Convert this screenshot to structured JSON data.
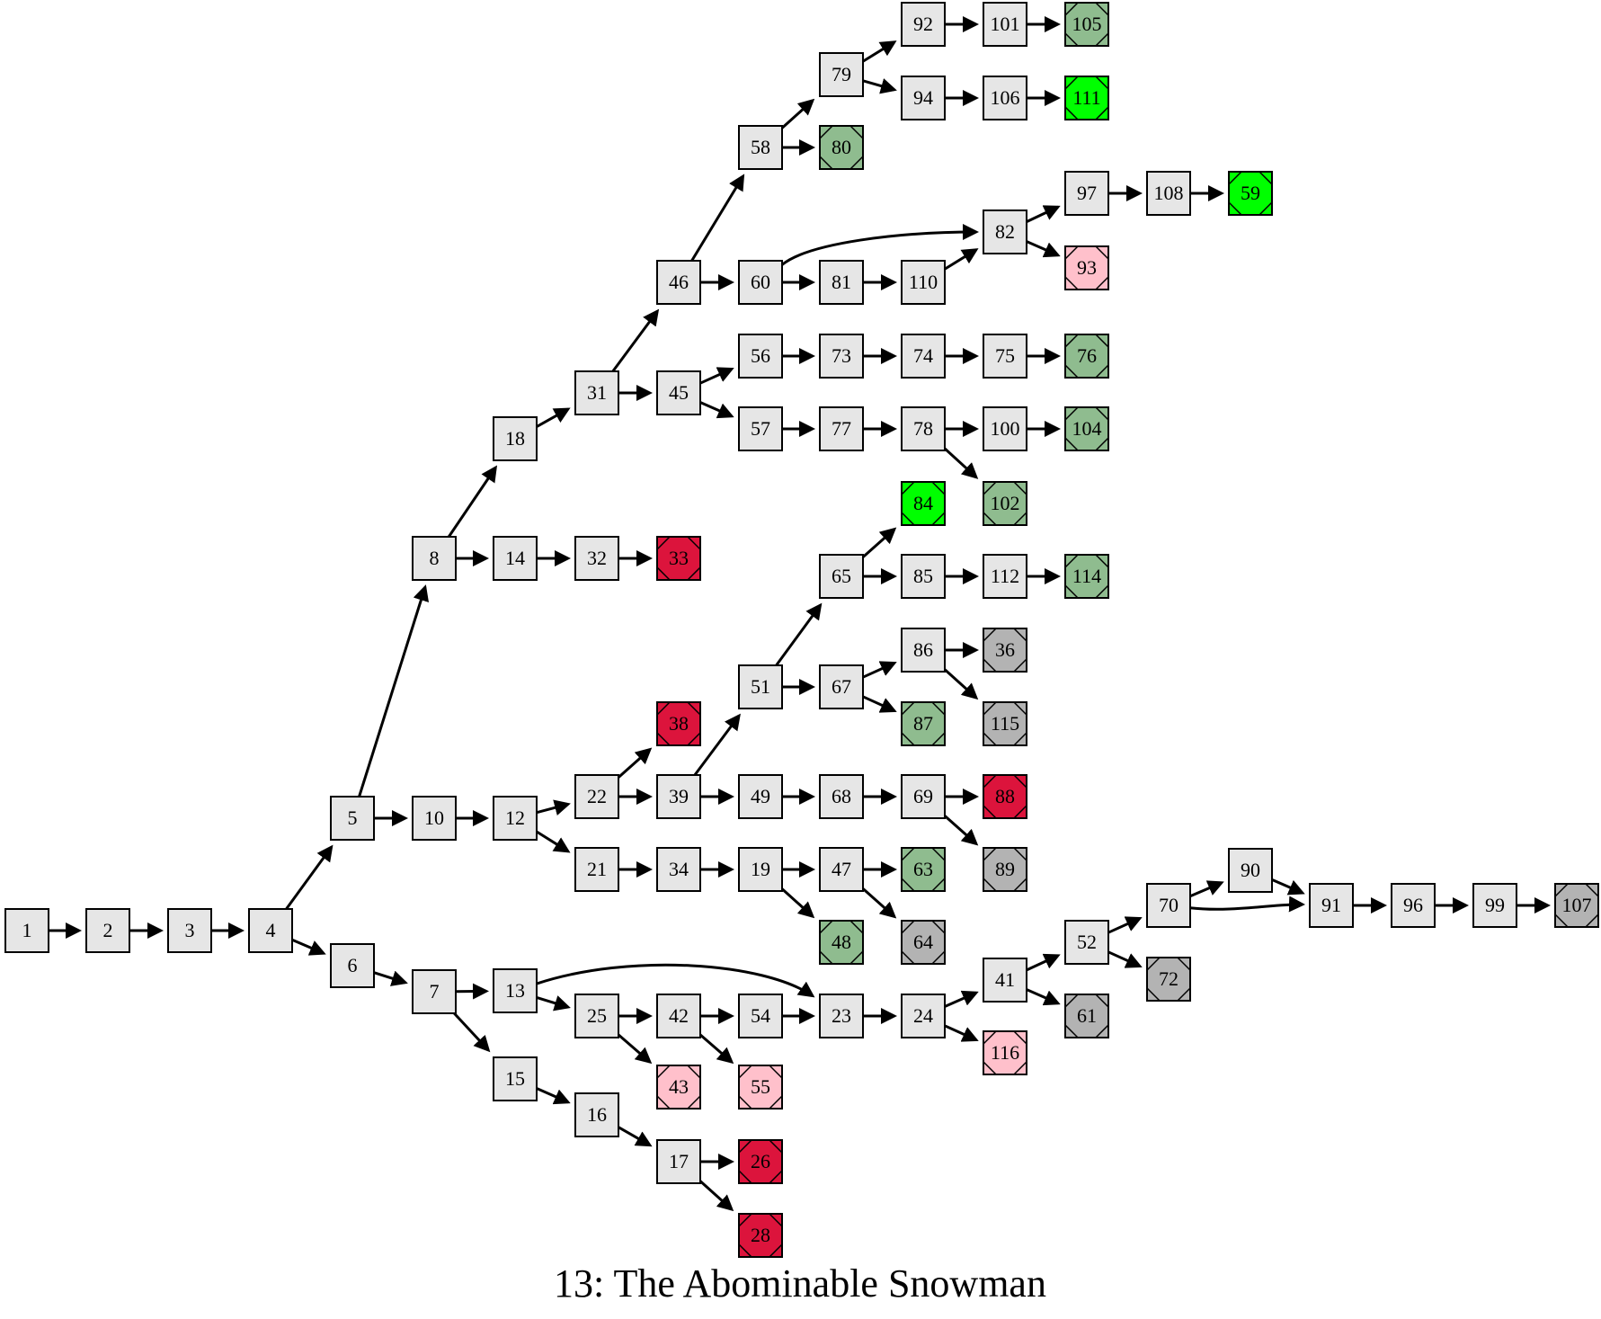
{
  "title": "13: The Abominable Snowman",
  "colors": {
    "normal": "#e6e6e6",
    "good": "#8fbc8f",
    "best": "#00ff00",
    "bad": "#dc143c",
    "neutral": "#b3b3b3",
    "partial": "#ffc0cb"
  },
  "nodes": [
    {
      "id": "1",
      "type": "normal"
    },
    {
      "id": "2",
      "type": "normal"
    },
    {
      "id": "3",
      "type": "normal"
    },
    {
      "id": "4",
      "type": "normal"
    },
    {
      "id": "5",
      "type": "normal"
    },
    {
      "id": "6",
      "type": "normal"
    },
    {
      "id": "7",
      "type": "normal"
    },
    {
      "id": "8",
      "type": "normal"
    },
    {
      "id": "10",
      "type": "normal"
    },
    {
      "id": "12",
      "type": "normal"
    },
    {
      "id": "13",
      "type": "normal"
    },
    {
      "id": "14",
      "type": "normal"
    },
    {
      "id": "15",
      "type": "normal"
    },
    {
      "id": "16",
      "type": "normal"
    },
    {
      "id": "17",
      "type": "normal"
    },
    {
      "id": "18",
      "type": "normal"
    },
    {
      "id": "19",
      "type": "normal"
    },
    {
      "id": "21",
      "type": "normal"
    },
    {
      "id": "22",
      "type": "normal"
    },
    {
      "id": "23",
      "type": "normal"
    },
    {
      "id": "24",
      "type": "normal"
    },
    {
      "id": "25",
      "type": "normal"
    },
    {
      "id": "26",
      "type": "bad"
    },
    {
      "id": "28",
      "type": "bad"
    },
    {
      "id": "31",
      "type": "normal"
    },
    {
      "id": "32",
      "type": "normal"
    },
    {
      "id": "33",
      "type": "bad"
    },
    {
      "id": "34",
      "type": "normal"
    },
    {
      "id": "36",
      "type": "neutral"
    },
    {
      "id": "38",
      "type": "bad"
    },
    {
      "id": "39",
      "type": "normal"
    },
    {
      "id": "41",
      "type": "normal"
    },
    {
      "id": "42",
      "type": "normal"
    },
    {
      "id": "43",
      "type": "partial"
    },
    {
      "id": "45",
      "type": "normal"
    },
    {
      "id": "46",
      "type": "normal"
    },
    {
      "id": "47",
      "type": "normal"
    },
    {
      "id": "48",
      "type": "good"
    },
    {
      "id": "49",
      "type": "normal"
    },
    {
      "id": "51",
      "type": "normal"
    },
    {
      "id": "52",
      "type": "normal"
    },
    {
      "id": "54",
      "type": "normal"
    },
    {
      "id": "55",
      "type": "partial"
    },
    {
      "id": "56",
      "type": "normal"
    },
    {
      "id": "57",
      "type": "normal"
    },
    {
      "id": "58",
      "type": "normal"
    },
    {
      "id": "59",
      "type": "best"
    },
    {
      "id": "60",
      "type": "normal"
    },
    {
      "id": "61",
      "type": "neutral"
    },
    {
      "id": "63",
      "type": "good"
    },
    {
      "id": "64",
      "type": "neutral"
    },
    {
      "id": "65",
      "type": "normal"
    },
    {
      "id": "67",
      "type": "normal"
    },
    {
      "id": "68",
      "type": "normal"
    },
    {
      "id": "69",
      "type": "normal"
    },
    {
      "id": "70",
      "type": "normal"
    },
    {
      "id": "72",
      "type": "neutral"
    },
    {
      "id": "73",
      "type": "normal"
    },
    {
      "id": "74",
      "type": "normal"
    },
    {
      "id": "75",
      "type": "normal"
    },
    {
      "id": "76",
      "type": "good"
    },
    {
      "id": "77",
      "type": "normal"
    },
    {
      "id": "78",
      "type": "normal"
    },
    {
      "id": "79",
      "type": "normal"
    },
    {
      "id": "80",
      "type": "good"
    },
    {
      "id": "81",
      "type": "normal"
    },
    {
      "id": "82",
      "type": "normal"
    },
    {
      "id": "84",
      "type": "best"
    },
    {
      "id": "85",
      "type": "normal"
    },
    {
      "id": "86",
      "type": "normal"
    },
    {
      "id": "87",
      "type": "good"
    },
    {
      "id": "88",
      "type": "bad"
    },
    {
      "id": "89",
      "type": "neutral"
    },
    {
      "id": "90",
      "type": "normal"
    },
    {
      "id": "91",
      "type": "normal"
    },
    {
      "id": "92",
      "type": "normal"
    },
    {
      "id": "93",
      "type": "partial"
    },
    {
      "id": "94",
      "type": "normal"
    },
    {
      "id": "96",
      "type": "normal"
    },
    {
      "id": "97",
      "type": "normal"
    },
    {
      "id": "99",
      "type": "normal"
    },
    {
      "id": "100",
      "type": "normal"
    },
    {
      "id": "101",
      "type": "normal"
    },
    {
      "id": "102",
      "type": "good"
    },
    {
      "id": "104",
      "type": "good"
    },
    {
      "id": "105",
      "type": "good"
    },
    {
      "id": "106",
      "type": "normal"
    },
    {
      "id": "107",
      "type": "neutral"
    },
    {
      "id": "108",
      "type": "normal"
    },
    {
      "id": "110",
      "type": "normal"
    },
    {
      "id": "111",
      "type": "best"
    },
    {
      "id": "112",
      "type": "normal"
    },
    {
      "id": "114",
      "type": "good"
    },
    {
      "id": "115",
      "type": "neutral"
    },
    {
      "id": "116",
      "type": "partial"
    }
  ],
  "edges": [
    [
      "1",
      "2"
    ],
    [
      "2",
      "3"
    ],
    [
      "3",
      "4"
    ],
    [
      "4",
      "5"
    ],
    [
      "4",
      "6"
    ],
    [
      "5",
      "8"
    ],
    [
      "5",
      "10"
    ],
    [
      "6",
      "7"
    ],
    [
      "7",
      "13"
    ],
    [
      "7",
      "15"
    ],
    [
      "8",
      "18"
    ],
    [
      "8",
      "14"
    ],
    [
      "10",
      "12"
    ],
    [
      "12",
      "22"
    ],
    [
      "12",
      "21"
    ],
    [
      "13",
      "23"
    ],
    [
      "13",
      "25"
    ],
    [
      "14",
      "32"
    ],
    [
      "15",
      "16"
    ],
    [
      "16",
      "17"
    ],
    [
      "17",
      "26"
    ],
    [
      "17",
      "28"
    ],
    [
      "18",
      "31"
    ],
    [
      "19",
      "47"
    ],
    [
      "19",
      "48"
    ],
    [
      "21",
      "34"
    ],
    [
      "22",
      "38"
    ],
    [
      "22",
      "39"
    ],
    [
      "23",
      "24"
    ],
    [
      "24",
      "41"
    ],
    [
      "24",
      "116"
    ],
    [
      "25",
      "42"
    ],
    [
      "25",
      "43"
    ],
    [
      "31",
      "46"
    ],
    [
      "31",
      "45"
    ],
    [
      "32",
      "33"
    ],
    [
      "34",
      "19"
    ],
    [
      "39",
      "51"
    ],
    [
      "39",
      "49"
    ],
    [
      "41",
      "52"
    ],
    [
      "41",
      "61"
    ],
    [
      "42",
      "54"
    ],
    [
      "42",
      "55"
    ],
    [
      "45",
      "56"
    ],
    [
      "45",
      "57"
    ],
    [
      "46",
      "58"
    ],
    [
      "46",
      "60"
    ],
    [
      "47",
      "63"
    ],
    [
      "47",
      "64"
    ],
    [
      "49",
      "68"
    ],
    [
      "51",
      "65"
    ],
    [
      "51",
      "67"
    ],
    [
      "52",
      "70"
    ],
    [
      "52",
      "72"
    ],
    [
      "54",
      "23"
    ],
    [
      "56",
      "73"
    ],
    [
      "57",
      "77"
    ],
    [
      "58",
      "79"
    ],
    [
      "58",
      "80"
    ],
    [
      "60",
      "82"
    ],
    [
      "60",
      "81"
    ],
    [
      "65",
      "84"
    ],
    [
      "65",
      "85"
    ],
    [
      "67",
      "86"
    ],
    [
      "67",
      "87"
    ],
    [
      "68",
      "69"
    ],
    [
      "69",
      "88"
    ],
    [
      "69",
      "89"
    ],
    [
      "70",
      "90"
    ],
    [
      "70",
      "91"
    ],
    [
      "73",
      "74"
    ],
    [
      "74",
      "75"
    ],
    [
      "75",
      "76"
    ],
    [
      "77",
      "78"
    ],
    [
      "78",
      "100"
    ],
    [
      "78",
      "102"
    ],
    [
      "79",
      "92"
    ],
    [
      "79",
      "94"
    ],
    [
      "81",
      "110"
    ],
    [
      "82",
      "97"
    ],
    [
      "82",
      "93"
    ],
    [
      "85",
      "112"
    ],
    [
      "86",
      "36"
    ],
    [
      "86",
      "115"
    ],
    [
      "90",
      "91"
    ],
    [
      "91",
      "96"
    ],
    [
      "92",
      "101"
    ],
    [
      "94",
      "106"
    ],
    [
      "96",
      "99"
    ],
    [
      "97",
      "108"
    ],
    [
      "99",
      "107"
    ],
    [
      "100",
      "104"
    ],
    [
      "101",
      "105"
    ],
    [
      "106",
      "111"
    ],
    [
      "108",
      "59"
    ],
    [
      "110",
      "82"
    ],
    [
      "112",
      "114"
    ]
  ]
}
